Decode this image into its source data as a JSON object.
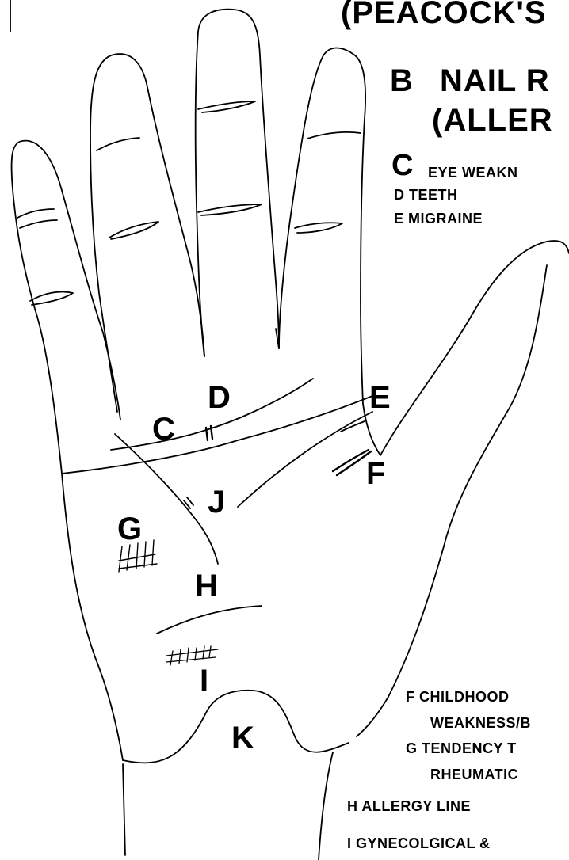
{
  "title_top": "(PEACOCK'S",
  "heading_b_line1": "NAIL R",
  "heading_b_line2": "(ALLER",
  "heading_b_letter": "B",
  "legend_c_letter": "C",
  "legend_c_text": "EYE WEAKN",
  "legend_d": "D  TEETH",
  "legend_e": "E  MIGRAINE",
  "legend_f_line1": "F  CHILDHOOD",
  "legend_f_line2": "WEAKNESS/B",
  "legend_g_line1": "G  TENDENCY T",
  "legend_g_line2": "RHEUMATIC",
  "legend_h": "H  ALLERGY LINE",
  "legend_i": "I  GYNECOLGICAL &",
  "palm_labels": {
    "C": "C",
    "D": "D",
    "E": "E",
    "F": "F",
    "G": "G",
    "H": "H",
    "I": "I",
    "J": "J",
    "K": "K"
  }
}
